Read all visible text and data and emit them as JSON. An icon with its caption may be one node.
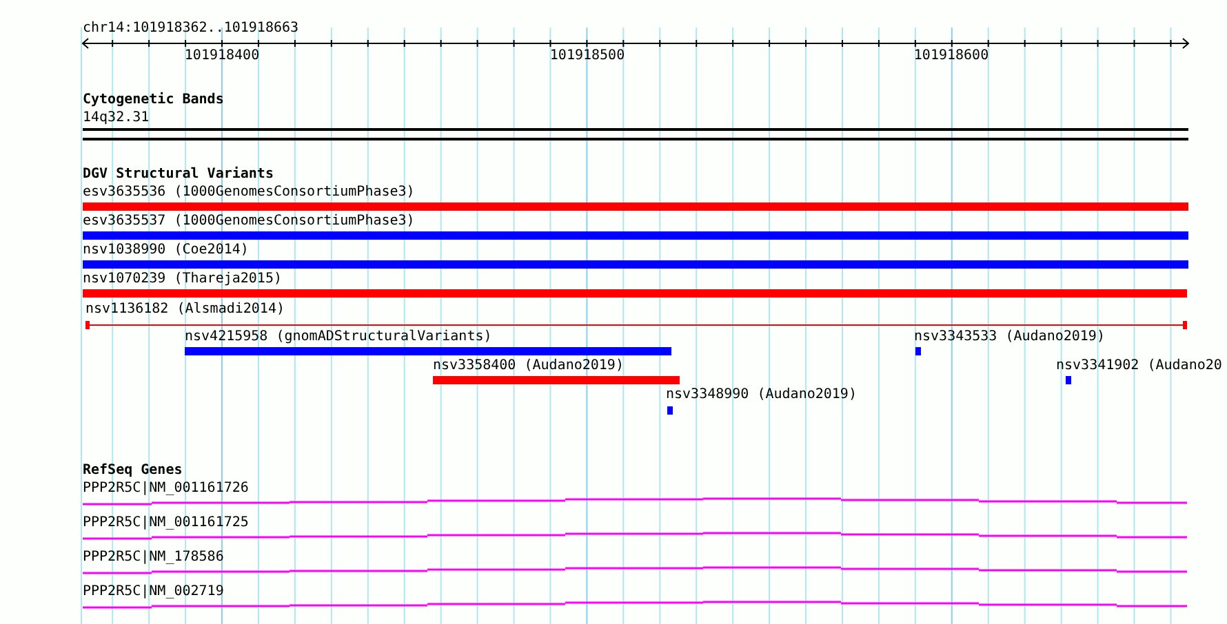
{
  "diagram": {
    "nodes": [
      {
        "text": [
          "14q32.31"
        ]
      },
      {
        "text": [
          "esv3635536 (1000GenomesConsortiumPhase3)"
        ]
      },
      {
        "text": [
          "esv3635537 (1000GenomesConsortiumPhase3)"
        ]
      },
      {
        "text": [
          "nsv1038990 (Coe2014)"
        ]
      },
      {
        "text": [
          "nsv1070239 (Thareja2015)"
        ]
      },
      {
        "text": [
          "nsv1136182 (Alsmadi2014)"
        ]
      },
      {
        "text": [
          "nsv4215958 (gnomADStructuralVariants)"
        ]
      },
      {
        "text": [
          "nsv3343533 (Audano2019)"
        ]
      },
      {
        "text": [
          "nsv3358400 (Audano2019)"
        ]
      },
      {
        "text": [
          "nsv3341902 (Audano20"
        ]
      },
      {
        "text": [
          "nsv3348990 (Audano2019)"
        ]
      },
      {
        "text": [
          "PPP2R5C|NM_001161726"
        ]
      },
      {
        "text": [
          "PPP2R5C|NM_001161725"
        ]
      },
      {
        "text": [
          "PPP2R5C|NM_178586"
        ]
      },
      {
        "text": [
          "PPP2R5C|NM_002719"
        ]
      }
    ],
    "labels": [
      "chr14:101918362..101918663",
      "101918400",
      "101918500",
      "101918600",
      "Cytogenetic Bands",
      "DGV Structural Variants",
      "RefSeq Genes"
    ]
  }
}
